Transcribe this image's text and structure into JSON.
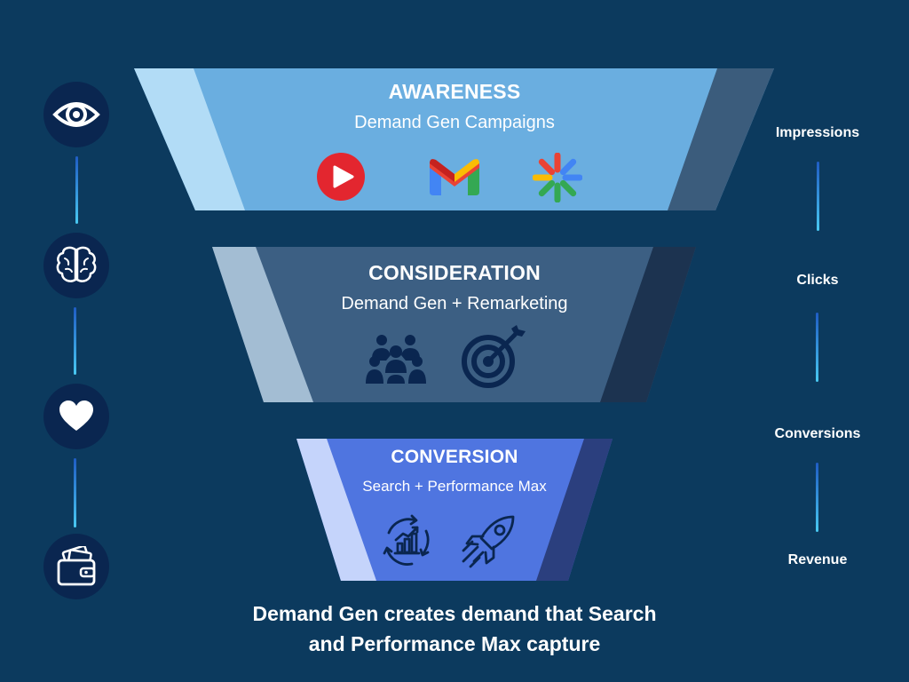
{
  "funnel": {
    "stages": [
      {
        "title": "AWARENESS",
        "subtitle": "Demand Gen Campaigns",
        "icons": [
          "youtube-icon",
          "gmail-icon",
          "google-discover-icon"
        ],
        "color": "#6aaee0"
      },
      {
        "title": "CONSIDERATION",
        "subtitle": "Demand Gen + Remarketing",
        "icons": [
          "audience-group-icon",
          "target-icon"
        ],
        "color": "#3c5f83"
      },
      {
        "title": "CONVERSION",
        "subtitle": "Search + Performance Max",
        "icons": [
          "growth-cycle-icon",
          "rocket-icon"
        ],
        "color": "#4f75e0"
      }
    ]
  },
  "left_icons": [
    "eye-icon",
    "brain-icon",
    "heart-icon",
    "wallet-icon"
  ],
  "metrics": [
    "Impressions",
    "Clicks",
    "Conversions",
    "Revenue"
  ],
  "caption": {
    "line1": "Demand Gen creates demand that Search",
    "line2": "and Performance Max capture"
  }
}
